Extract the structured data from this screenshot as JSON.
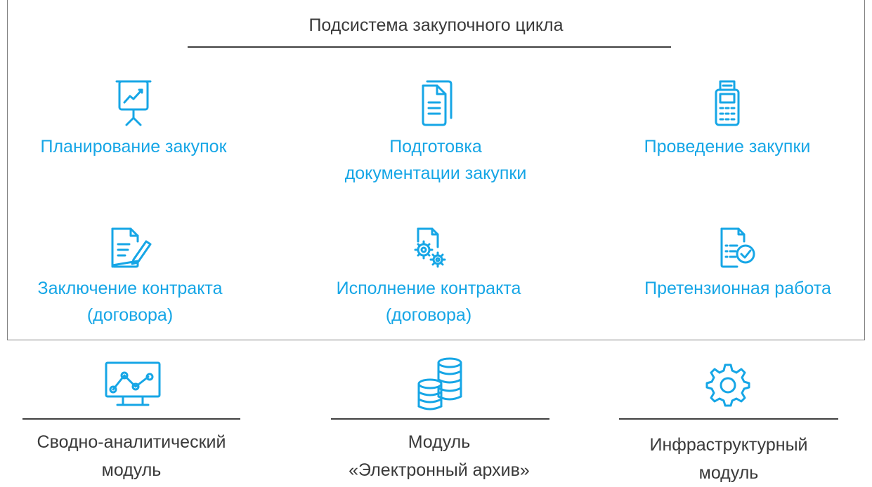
{
  "header": {
    "title": "Подсистема закупочного цикла"
  },
  "modules": [
    {
      "icon": "presentation-chart-icon",
      "label": "Планирование закупок"
    },
    {
      "icon": "documents-icon",
      "label_line1": "Подготовка",
      "label_line2": "документации закупки"
    },
    {
      "icon": "receipt-calculator-icon",
      "label": "Проведение закупки"
    },
    {
      "icon": "document-sign-icon",
      "label_line1": "Заключение контракта",
      "label_line2": "(договора)"
    },
    {
      "icon": "document-gears-icon",
      "label_line1": "Исполнение контракта",
      "label_line2": "(договора)"
    },
    {
      "icon": "document-check-icon",
      "label": "Претензионная работа"
    }
  ],
  "bottom_modules": [
    {
      "icon": "monitor-chart-icon",
      "label_line1": "Сводно-аналитический",
      "label_line2": "модуль"
    },
    {
      "icon": "database-coins-icon",
      "label_line1": "Модуль",
      "label_line2": "«Электронный архив»"
    },
    {
      "icon": "gear-icon",
      "label_line1": "Инфраструктурный",
      "label_line2": "модуль"
    }
  ],
  "colors": {
    "accent": "#16a6e6",
    "text": "#3a3a3a",
    "line": "#404040",
    "frame": "#7f7f7f"
  }
}
